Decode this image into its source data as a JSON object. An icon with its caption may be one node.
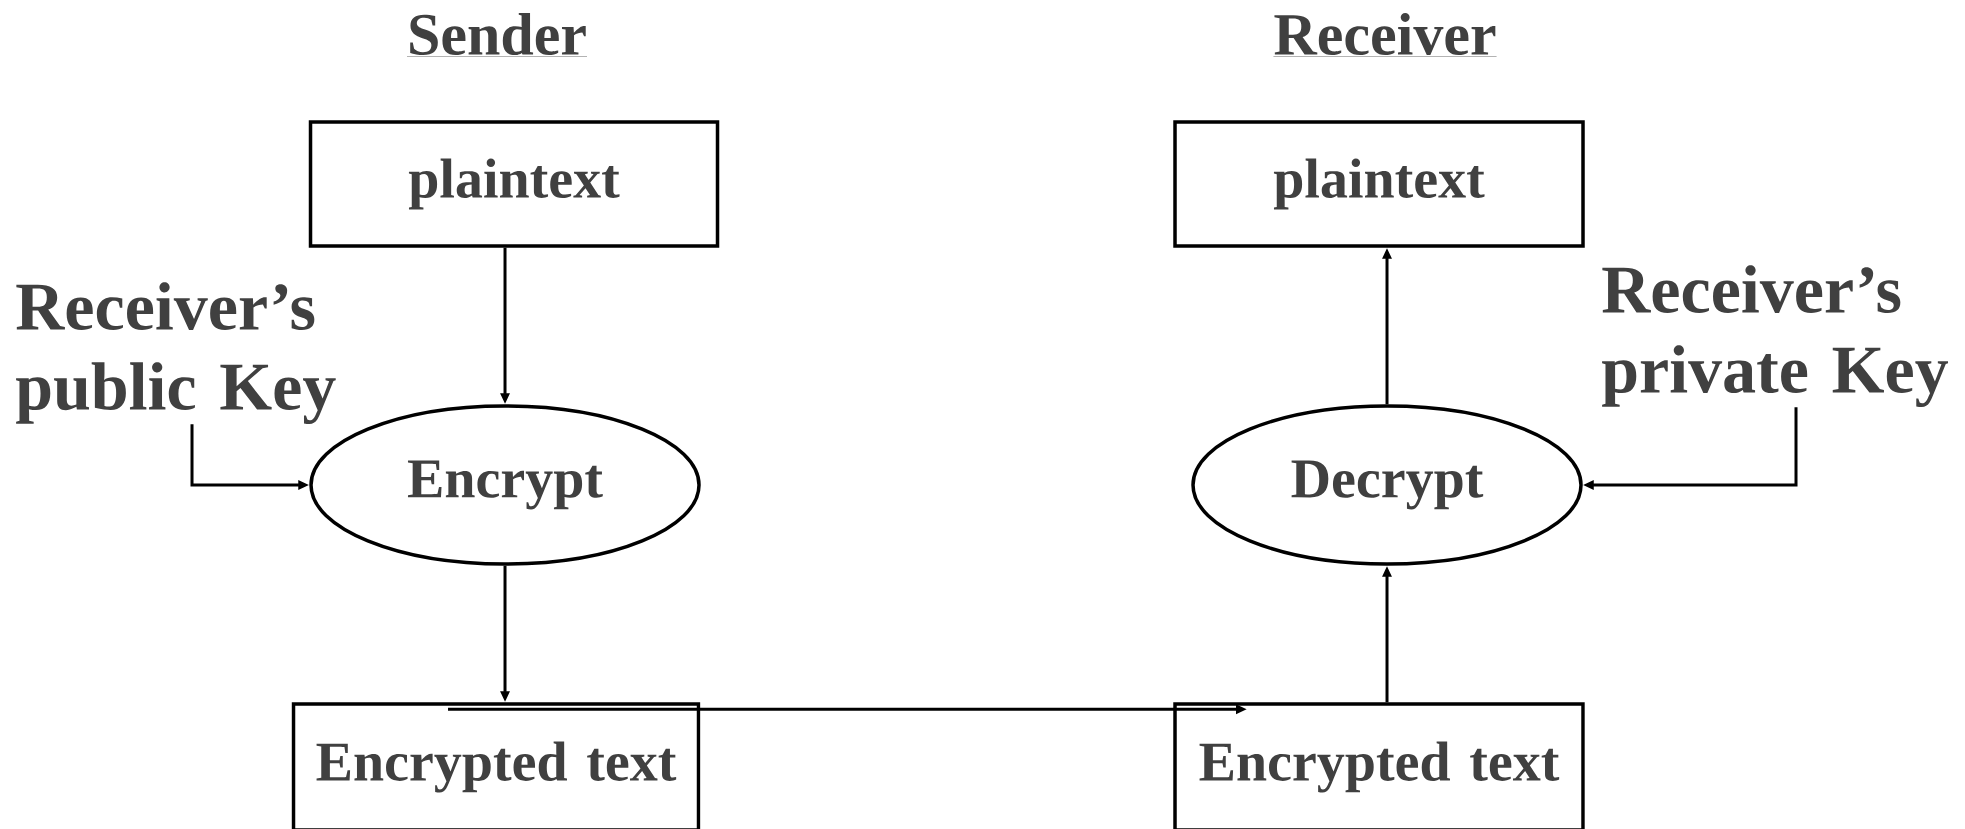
{
  "diagram": {
    "nodes": [
      {
        "text": [
          "plaintext"
        ]
      },
      {
        "text": [
          "plaintext"
        ]
      },
      {
        "text": [
          "Receiver’s public Key"
        ]
      },
      {
        "text": [
          "Receiver’s private Key"
        ]
      },
      {
        "text": [
          "Encrypt"
        ]
      },
      {
        "text": [
          "Decrypt"
        ]
      },
      {
        "text": [
          "Encrypted text"
        ]
      },
      {
        "text": [
          "Encrypted text"
        ]
      }
    ],
    "edges": [
      {
        "from": 0,
        "to": 4,
        "arrow": "to"
      },
      {
        "from": 2,
        "to": 4,
        "arrow": "to"
      },
      {
        "from": 4,
        "to": 6,
        "arrow": "to"
      },
      {
        "from": 6,
        "to": 7,
        "arrow": "to"
      },
      {
        "from": 7,
        "to": 5,
        "arrow": "to"
      },
      {
        "from": 3,
        "to": 5,
        "arrow": "to"
      },
      {
        "from": 5,
        "to": 1,
        "arrow": "to"
      }
    ],
    "labels": [
      "Sender",
      "Receiver"
    ]
  }
}
